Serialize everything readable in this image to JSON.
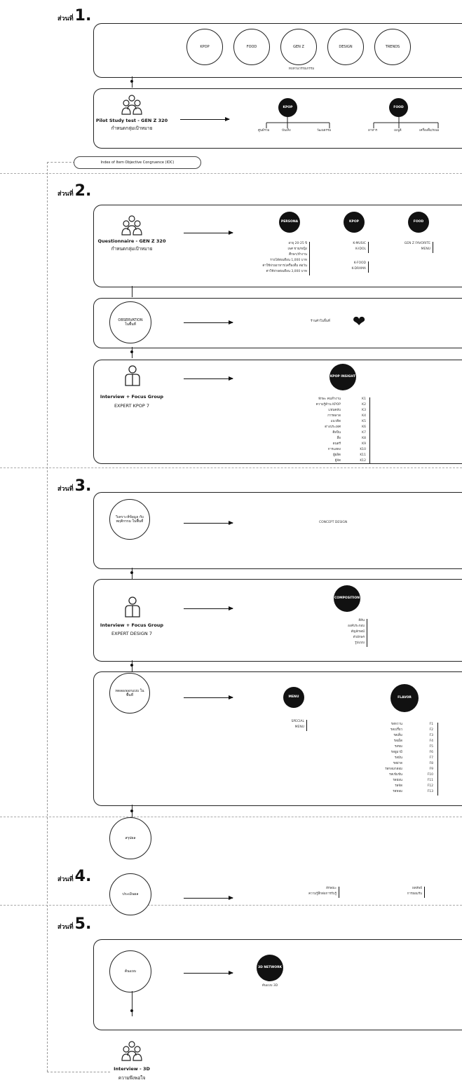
{
  "sections": [
    {
      "th": "ส่วนที่",
      "num": "1."
    },
    {
      "th": "ส่วนที่",
      "num": "2."
    },
    {
      "th": "ส่วนที่",
      "num": "3."
    },
    {
      "th": "ส่วนที่",
      "num": "4."
    },
    {
      "th": "ส่วนที่",
      "num": "5."
    }
  ],
  "s1": {
    "circles": [
      "KPOP",
      "FOOD",
      "GEN Z",
      "DESIGN",
      "TRENDS"
    ],
    "circles_caption": "ทบทวนวรรณกรรม",
    "pilot_title": "Pilot Study test - GEN Z 320",
    "pilot_sub": "กำหนดกลุ่มเป้าหมาย",
    "kpop_node": "KPOP",
    "food_node": "FOOD",
    "kpop_leaves": [
      "ศูนย์รวม",
      "บันเทิง",
      "วัฒนธรรม"
    ],
    "food_leaves": [
      "อาหาร",
      "เมนูดี",
      "เครื่องดื่ม/ขนม"
    ],
    "ioc": "Index of Item Objective Congruence (IOC)"
  },
  "s2": {
    "q_title": "Questionnaire - GEN Z 320",
    "q_sub": "กำหนดกลุ่มเป้าหมาย",
    "nodes": [
      "PERSONA",
      "KPOP",
      "FOOD"
    ],
    "persona_list": [
      "อายุ 20-25 ปี",
      "เพศ ชาย/หญิง",
      "ศึกษา/ทำงาน",
      "รายได้ต่อเดือน 1,000 บาท",
      "ค่าใช้จ่ายอาหาร/เครื่องดื่ม ต่อวัน",
      "ค่าใช้จ่ายต่อเดือน 3,000 บาท"
    ],
    "kpop_list_a": [
      "K-MUSIC",
      "K-IDOL"
    ],
    "kpop_list_b": [
      "K-FOOD",
      "K-DRAMA"
    ],
    "food_list": [
      "GEN Z FAVORITE",
      "MENU"
    ],
    "observe": "OBSERVATION",
    "observe_sub": "ในพื้นที่",
    "observe_text": "ร้านค้าในพื้นที่",
    "interview_title": "Interview + Focus Group",
    "interview_sub": "EXPERT KPOP 7",
    "kpop_insight": "KPOP INSIGHT",
    "expert_left": [
      "ทักษะ คนทำงาน",
      "ความรู้ด้าน KPOP",
      "แฟนคลับ",
      "การตลาด",
      "แนวคิด",
      "ต่างประเทศ",
      "ศิลปิน",
      "สื่อ",
      "ดนตรี",
      "การแสดง",
      "ผู้ผลิต",
      "ผู้จัด"
    ],
    "expert_right": [
      "K1",
      "K2",
      "K3",
      "K4",
      "K5",
      "K6",
      "K7",
      "K8",
      "K9",
      "K10",
      "K11",
      "K12"
    ]
  },
  "s3": {
    "c1": "วิเคราะห์ข้อมูล กับ พฤติกรรม ในพื้นที่",
    "c1_text": "CONCEPT DESIGN",
    "interview_title": "Interview + Focus Group",
    "interview_sub": "EXPERT DESIGN 7",
    "composition": "COMPOSITION",
    "comp_list": [
      "สีสัน",
      "องค์ประกอบ",
      "สัญลักษณ์",
      "ตัวอักษร",
      "รูปแบบ"
    ],
    "c2": "ทดลองออกแบบ ในพื้นที่",
    "menu": "MENU",
    "flavor": "FLAVOR",
    "menu_list": [
      "SPECIAL",
      "MENU"
    ],
    "flavor_left": [
      "รสหวาน",
      "รสเปรี้ยว",
      "รสเค็ม",
      "รสเผ็ด",
      "รสขม",
      "รสอูมามิ",
      "รสมัน",
      "รสฝาด",
      "รสกลมกล่อม",
      "รสเข้มข้น",
      "รสอ่อน",
      "รสจัด",
      "รสหอม"
    ],
    "flavor_right": [
      "F1",
      "F2",
      "F3",
      "F4",
      "F5",
      "F6",
      "F7",
      "F8",
      "F9",
      "F10",
      "F11",
      "F12",
      "F13"
    ],
    "c3": "สรุปผล"
  },
  "s4": {
    "c1": "ประเมินผล",
    "left": [
      "ลักษณะ",
      "ความรู้สึกต่อการรับรู้"
    ],
    "right": [
      "ผลลัพธ์",
      "การยอมรับ"
    ]
  },
  "s5": {
    "c1": "ต้นแบบ",
    "node": "3D NETWORK",
    "node_sub": "ต้นแบบ 3D",
    "person_title": "Interview - 3D",
    "person_sub": "ความพึงพอใจ"
  }
}
